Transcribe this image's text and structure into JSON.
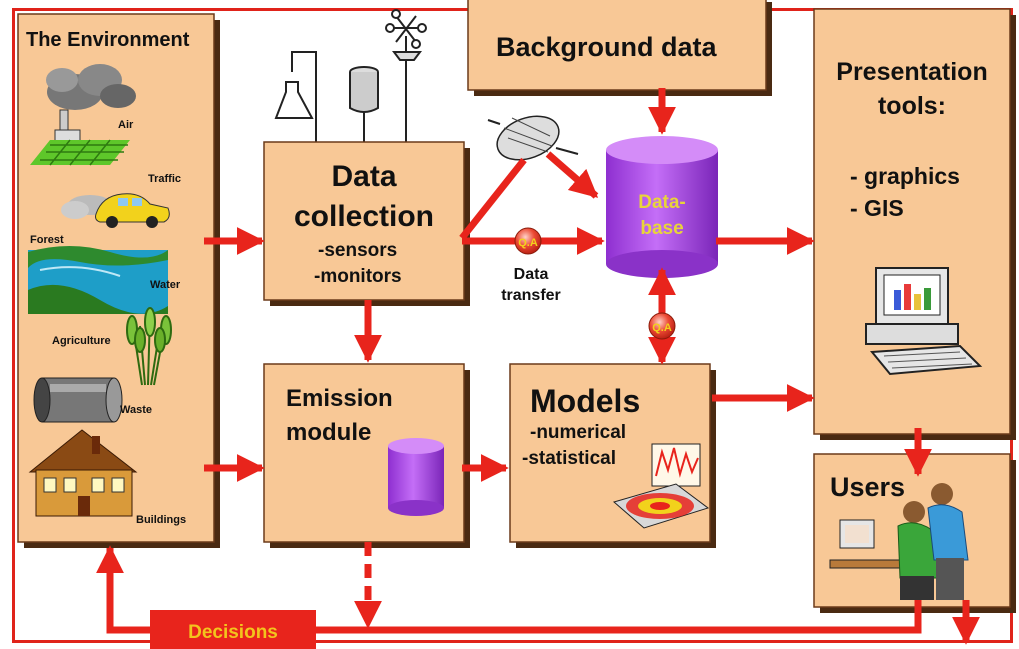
{
  "environment": {
    "title": "The Environment",
    "items": [
      "Air",
      "Traffic",
      "Forest",
      "Water",
      "Agriculture",
      "Waste",
      "Buildings"
    ]
  },
  "background": {
    "title": "Background data"
  },
  "collection": {
    "title_line1": "Data",
    "title_line2": "collection",
    "sub1": "-sensors",
    "sub2": "-monitors"
  },
  "transfer": {
    "line1": "Data",
    "line2": "transfer",
    "qa_label": "Q.A"
  },
  "database": {
    "line1": "Data-",
    "line2": "base",
    "qa_label": "Q.A"
  },
  "presentation": {
    "title_line1": "Presentation",
    "title_line2": "tools:",
    "item1": "- graphics",
    "item2": "- GIS"
  },
  "emission": {
    "title_line1": "Emission",
    "title_line2": "module"
  },
  "models": {
    "title": "Models",
    "sub1": "-numerical",
    "sub2": "-statistical"
  },
  "users": {
    "title": "Users"
  },
  "decisions": {
    "label": "Decisions"
  },
  "colors": {
    "box_fill": "#f8c896",
    "shadow": "#4a2a12",
    "arrow": "#e8241c",
    "cylinder": "#b44cf0",
    "database_text": "#e8d43a",
    "decisions_text": "#f3c41d"
  }
}
